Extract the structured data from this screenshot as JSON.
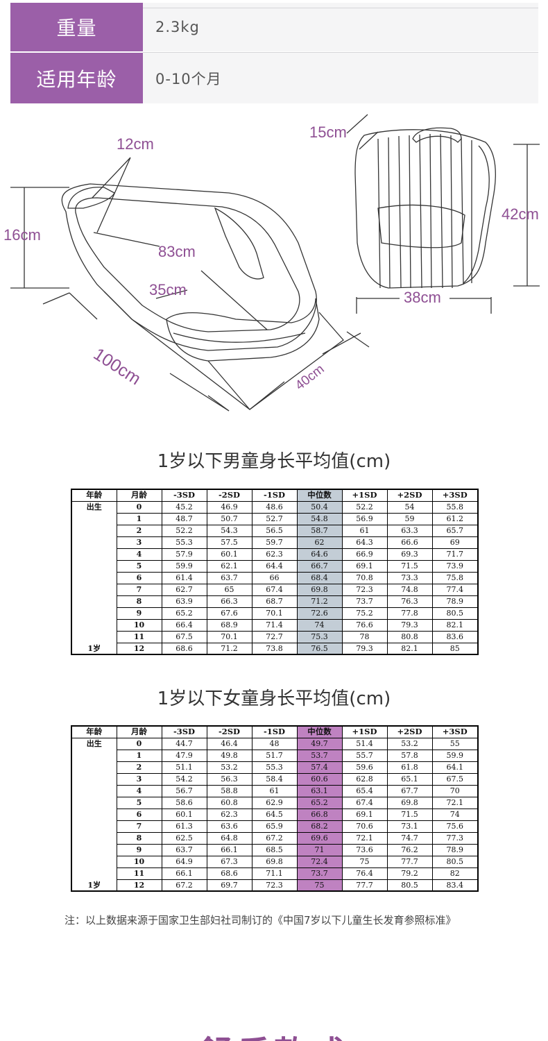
{
  "specs": [
    {
      "label": "重量",
      "value": "2.3kg"
    },
    {
      "label": "适用年龄",
      "value": "0-10个月"
    }
  ],
  "dimensions": {
    "pillow": "12cm",
    "height": "16cm",
    "length_inner": "83cm",
    "width_inner": "35cm",
    "length_outer": "100cm",
    "width_outer": "40cm",
    "bag_depth": "15cm",
    "bag_height": "42cm",
    "bag_width": "38cm"
  },
  "boys": {
    "title": "1岁以下男童身长平均值(cm)",
    "headers": [
      "年龄",
      "月龄",
      "-3SD",
      "-2SD",
      "-1SD",
      "中位数",
      "+1SD",
      "+2SD",
      "+3SD"
    ],
    "rows": [
      [
        "出生",
        "0",
        "45.2",
        "46.9",
        "48.6",
        "50.4",
        "52.2",
        "54",
        "55.8"
      ],
      [
        "",
        "1",
        "48.7",
        "50.7",
        "52.7",
        "54.8",
        "56.9",
        "59",
        "61.2"
      ],
      [
        "",
        "2",
        "52.2",
        "54.3",
        "56.5",
        "58.7",
        "61",
        "63.3",
        "65.7"
      ],
      [
        "",
        "3",
        "55.3",
        "57.5",
        "59.7",
        "62",
        "64.3",
        "66.6",
        "69"
      ],
      [
        "",
        "4",
        "57.9",
        "60.1",
        "62.3",
        "64.6",
        "66.9",
        "69.3",
        "71.7"
      ],
      [
        "",
        "5",
        "59.9",
        "62.1",
        "64.4",
        "66.7",
        "69.1",
        "71.5",
        "73.9"
      ],
      [
        "",
        "6",
        "61.4",
        "63.7",
        "66",
        "68.4",
        "70.8",
        "73.3",
        "75.8"
      ],
      [
        "",
        "7",
        "62.7",
        "65",
        "67.4",
        "69.8",
        "72.3",
        "74.8",
        "77.4"
      ],
      [
        "",
        "8",
        "63.9",
        "66.3",
        "68.7",
        "71.2",
        "73.7",
        "76.3",
        "78.9"
      ],
      [
        "",
        "9",
        "65.2",
        "67.6",
        "70.1",
        "72.6",
        "75.2",
        "77.8",
        "80.5"
      ],
      [
        "",
        "10",
        "66.4",
        "68.9",
        "71.4",
        "74",
        "76.6",
        "79.3",
        "82.1"
      ],
      [
        "",
        "11",
        "67.5",
        "70.1",
        "72.7",
        "75.3",
        "78",
        "80.8",
        "83.6"
      ],
      [
        "1岁",
        "12",
        "68.6",
        "71.2",
        "73.8",
        "76.5",
        "79.3",
        "82.1",
        "85"
      ]
    ]
  },
  "girls": {
    "title": "1岁以下女童身长平均值(cm)",
    "headers": [
      "年龄",
      "月龄",
      "-3SD",
      "-2SD",
      "-1SD",
      "中位数",
      "+1SD",
      "+2SD",
      "+3SD"
    ],
    "rows": [
      [
        "出生",
        "0",
        "44.7",
        "46.4",
        "48",
        "49.7",
        "51.4",
        "53.2",
        "55"
      ],
      [
        "",
        "1",
        "47.9",
        "49.8",
        "51.7",
        "53.7",
        "55.7",
        "57.8",
        "59.9"
      ],
      [
        "",
        "2",
        "51.1",
        "53.2",
        "55.3",
        "57.4",
        "59.6",
        "61.8",
        "64.1"
      ],
      [
        "",
        "3",
        "54.2",
        "56.3",
        "58.4",
        "60.6",
        "62.8",
        "65.1",
        "67.5"
      ],
      [
        "",
        "4",
        "56.7",
        "58.8",
        "61",
        "63.1",
        "65.4",
        "67.7",
        "70"
      ],
      [
        "",
        "5",
        "58.6",
        "60.8",
        "62.9",
        "65.2",
        "67.4",
        "69.8",
        "72.1"
      ],
      [
        "",
        "6",
        "60.1",
        "62.3",
        "64.5",
        "66.8",
        "69.1",
        "71.5",
        "74"
      ],
      [
        "",
        "7",
        "61.3",
        "63.6",
        "65.9",
        "68.2",
        "70.6",
        "73.1",
        "75.6"
      ],
      [
        "",
        "8",
        "62.5",
        "64.8",
        "67.2",
        "69.6",
        "72.1",
        "74.7",
        "77.3"
      ],
      [
        "",
        "9",
        "63.7",
        "66.1",
        "68.5",
        "71",
        "73.6",
        "76.2",
        "78.9"
      ],
      [
        "",
        "10",
        "64.9",
        "67.3",
        "69.8",
        "72.4",
        "75",
        "77.7",
        "80.5"
      ],
      [
        "",
        "11",
        "66.1",
        "68.6",
        "71.1",
        "73.7",
        "76.4",
        "79.2",
        "82"
      ],
      [
        "1岁",
        "12",
        "67.2",
        "69.7",
        "72.3",
        "75",
        "77.7",
        "80.5",
        "83.4"
      ]
    ]
  },
  "note": "注：以上数据来源于国家卫生部妇社司制订的《中国7岁以下儿童生长发育参照标准》",
  "bottom_title": "舒乐款式",
  "colors": {
    "accent": "#9b5fa8",
    "dimension_text": "#8e4f93",
    "boys_median": "#c3cdd6",
    "girls_median": "#bf82c1"
  }
}
